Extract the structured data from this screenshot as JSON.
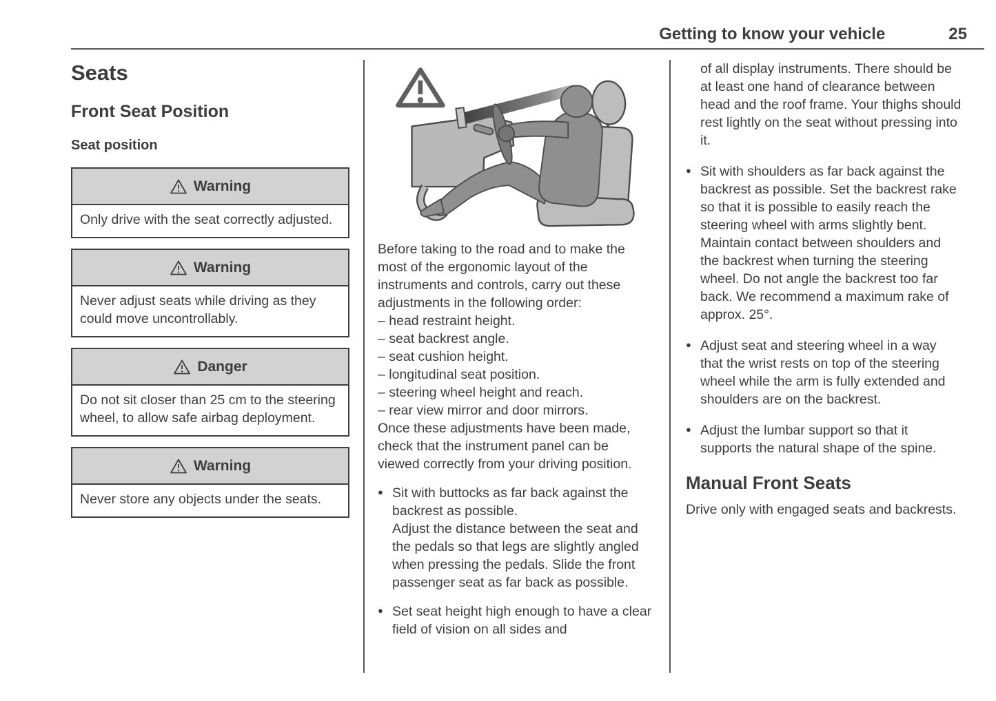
{
  "header": {
    "section_title": "Getting to know your vehicle",
    "page_number": "25"
  },
  "colors": {
    "box_header_bg": "#d2d2d2",
    "rule": "#57575a",
    "text": "#3d3d3d",
    "figure_light_gray": "#bdbdbd",
    "figure_dark_gray": "#8f8f8f",
    "figure_outline": "#4c4c4c"
  },
  "icons": {
    "warning_triangle": "triangle-with-exclamation-mark"
  },
  "left_column": {
    "title": "Seats",
    "subtitle": "Front Seat Position",
    "subheading": "Seat position",
    "boxes": [
      {
        "label": "Warning",
        "body": "Only drive with the seat correctly adjusted."
      },
      {
        "label": "Warning",
        "body": "Never adjust seats while driving as they could move uncontrollably."
      },
      {
        "label": "Danger",
        "body": "Do not sit closer than 25 cm to the steering wheel, to allow safe airbag deployment."
      },
      {
        "label": "Warning",
        "body": "Never store any objects under the seats."
      }
    ]
  },
  "middle_column": {
    "intro": "Before taking to the road and to make the most of the ergonomic layout of the instruments and controls, carry out these adjustments in the following order:",
    "dash_items": [
      "– head restraint height.",
      "– seat backrest angle.",
      "– seat cushion height.",
      "– longitudinal seat position.",
      "– steering wheel height and reach.",
      "– rear view mirror and door mirrors."
    ],
    "outro": "Once these adjustments have been made, check that the instrument panel can be viewed correctly from your driving position.",
    "bullets": [
      {
        "lines": [
          "Sit with buttocks as far back against the backrest as possible.",
          "Adjust the distance between the seat and the pedals so that legs are slightly angled when pressing the pedals. Slide the front passenger seat as far back as possible."
        ]
      },
      {
        "lines": [
          "Set seat height high enough to have a clear field of vision on all sides and"
        ]
      }
    ]
  },
  "right_column": {
    "continuation": "of all display instruments. There should be at least one hand of clearance between head and the roof frame. Your thighs should rest lightly on the seat without pressing into it.",
    "bullets": [
      "Sit with shoulders as far back against the backrest as possible. Set the backrest rake so that it is possible to easily reach the steering wheel with arms slightly bent. Maintain contact between shoulders and the backrest when turning the steering wheel. Do not angle the backrest too far back. We recommend a maximum rake of approx. 25°.",
      "Adjust seat and steering wheel in a way that the wrist rests on top of the steering wheel while the arm is fully extended and shoulders are on the backrest.",
      "Adjust the lumbar support so that it supports the natural shape of the spine."
    ],
    "section_title": "Manual Front Seats",
    "section_body": "Drive only with engaged seats and backrests."
  }
}
